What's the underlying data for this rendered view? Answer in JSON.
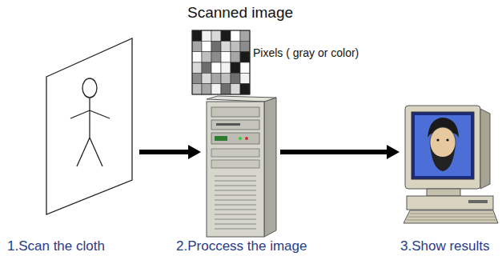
{
  "diagram": {
    "nodes": [
      {
        "text": [
          "1.Scan the cloth"
        ]
      },
      {
        "text": [
          "2.Proccess the image"
        ]
      },
      {
        "text": [
          "3.Show results"
        ]
      }
    ],
    "edges": [
      {
        "from": 0,
        "to": 1,
        "arrow": "to"
      },
      {
        "from": 1,
        "to": 2,
        "arrow": "to"
      }
    ],
    "labels": [
      "Scanned image",
      "Pixels ( gray or color)"
    ]
  }
}
